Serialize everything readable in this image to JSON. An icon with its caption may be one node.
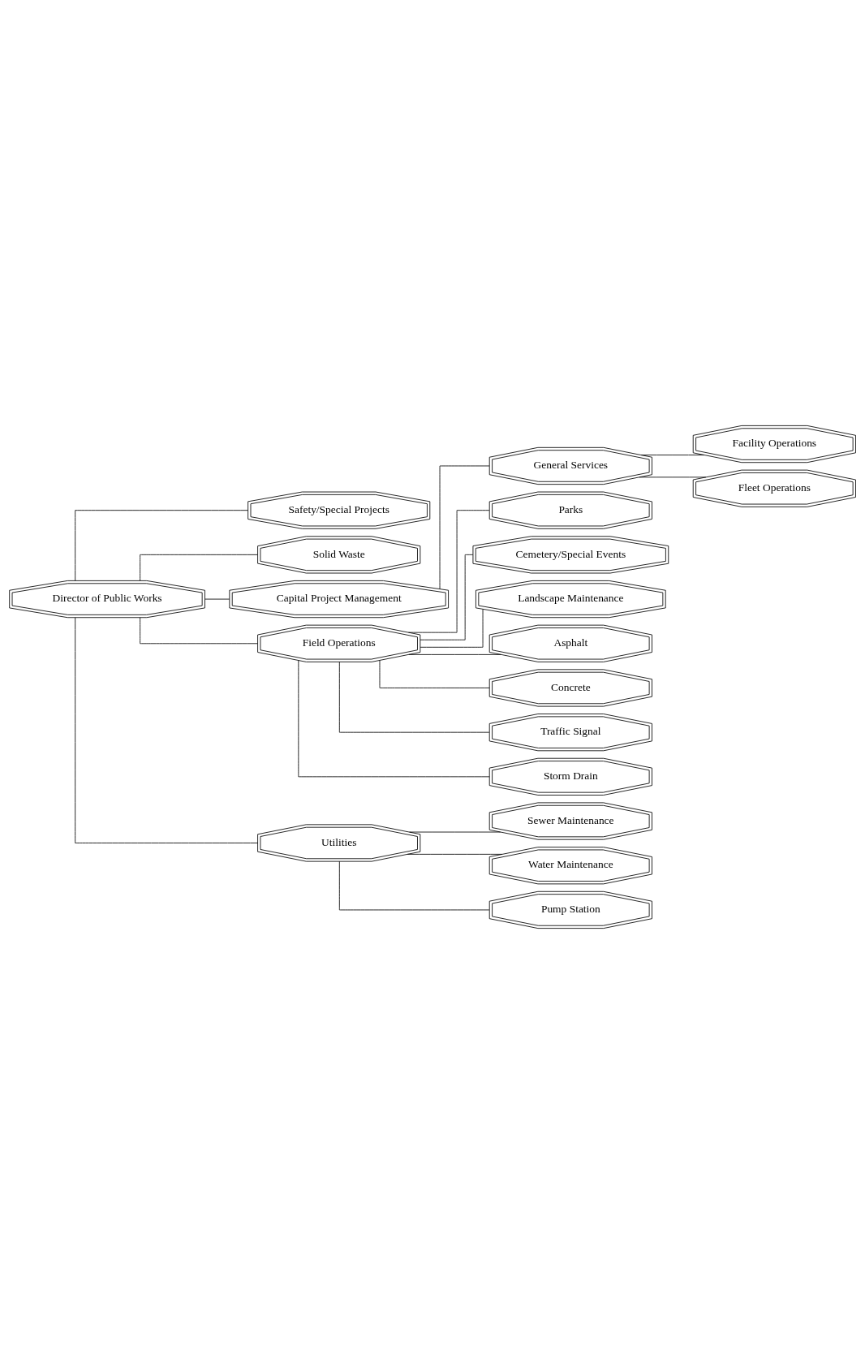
{
  "diagram": {
    "nodes": [
      {
        "text": [
          "Director of Public Works"
        ]
      },
      {
        "text": [
          "Safety/Special Projects"
        ]
      },
      {
        "text": [
          "Solid Waste"
        ]
      },
      {
        "text": [
          "Capital Project Management"
        ]
      },
      {
        "text": [
          "Field Operations"
        ]
      },
      {
        "text": [
          "General Services"
        ]
      },
      {
        "text": [
          "Facility Operations"
        ]
      },
      {
        "text": [
          "Fleet Operations"
        ]
      },
      {
        "text": [
          "Parks"
        ]
      },
      {
        "text": [
          "Cemetery/Special Events"
        ]
      },
      {
        "text": [
          "Landscape Maintenance"
        ]
      },
      {
        "text": [
          "Asphalt"
        ]
      },
      {
        "text": [
          "Concrete"
        ]
      },
      {
        "text": [
          "Traffic Signal"
        ]
      },
      {
        "text": [
          "Storm Drain"
        ]
      },
      {
        "text": [
          "Utilities"
        ]
      },
      {
        "text": [
          "Sewer Maintenance"
        ]
      },
      {
        "text": [
          "Water Maintenance"
        ]
      },
      {
        "text": [
          "Pump Station"
        ]
      }
    ],
    "edges": [
      {
        "from": 0,
        "to": 1,
        "arrow": "none"
      },
      {
        "from": 0,
        "to": 2,
        "arrow": "none"
      },
      {
        "from": 0,
        "to": 3,
        "arrow": "none"
      },
      {
        "from": 0,
        "to": 4,
        "arrow": "none"
      },
      {
        "from": 0,
        "to": 15,
        "arrow": "none"
      },
      {
        "from": 3,
        "to": 5,
        "arrow": "none"
      },
      {
        "from": 5,
        "to": 6,
        "arrow": "none"
      },
      {
        "from": 5,
        "to": 7,
        "arrow": "none"
      },
      {
        "from": 4,
        "to": 8,
        "arrow": "none"
      },
      {
        "from": 4,
        "to": 9,
        "arrow": "none"
      },
      {
        "from": 4,
        "to": 10,
        "arrow": "none"
      },
      {
        "from": 4,
        "to": 11,
        "arrow": "none"
      },
      {
        "from": 4,
        "to": 12,
        "arrow": "none"
      },
      {
        "from": 4,
        "to": 13,
        "arrow": "none"
      },
      {
        "from": 4,
        "to": 14,
        "arrow": "none"
      },
      {
        "from": 15,
        "to": 16,
        "arrow": "none"
      },
      {
        "from": 15,
        "to": 17,
        "arrow": "none"
      },
      {
        "from": 15,
        "to": 18,
        "arrow": "none"
      }
    ]
  }
}
